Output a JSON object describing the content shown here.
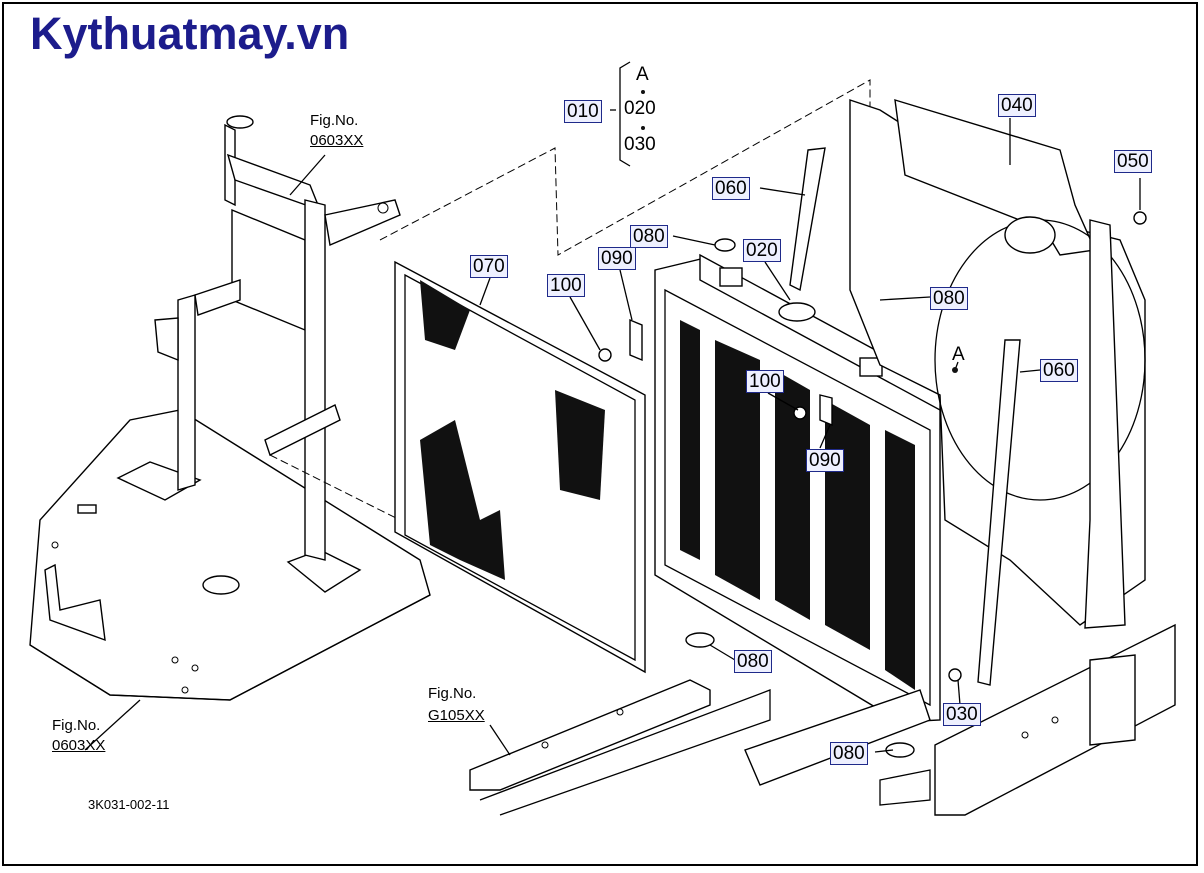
{
  "watermark": "Kythuatmay.vn",
  "drawing_number": "3K031-002-11",
  "fig_refs": [
    {
      "title": "Fig.No.",
      "code": "0603XX"
    },
    {
      "title": "Fig.No.",
      "code": "0603XX"
    },
    {
      "title": "Fig.No.",
      "code": "G105XX"
    }
  ],
  "group": {
    "label": "010",
    "items": [
      "A",
      "020",
      "030"
    ]
  },
  "callouts": {
    "c020": "020",
    "c030": "030",
    "c040": "040",
    "c050": "050",
    "c060a": "060",
    "c060b": "060",
    "c070": "070",
    "c080a": "080",
    "c080b": "080",
    "c080c": "080",
    "c080d": "080",
    "c090a": "090",
    "c090b": "090",
    "c100a": "100",
    "c100b": "100"
  },
  "point_marker": "A"
}
